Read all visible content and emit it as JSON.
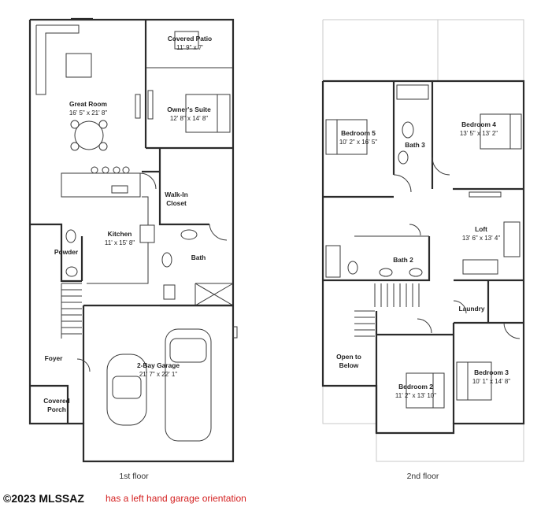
{
  "floor1": {
    "caption": "1st floor",
    "rooms": {
      "great_room": {
        "name": "Great Room",
        "dims": "16' 5\" x 21' 8\""
      },
      "covered_patio": {
        "name": "Covered Patio",
        "dims": "11' 9\" x 7'"
      },
      "owners_suite": {
        "name": "Owner's Suite",
        "dims": "12' 8\" x 14' 8\""
      },
      "walk_in_closet": {
        "name1": "Walk-In",
        "name2": "Closet"
      },
      "kitchen": {
        "name": "Kitchen",
        "dims": "11' x 15' 8\""
      },
      "powder": {
        "name": "Powder"
      },
      "bath": {
        "name": "Bath"
      },
      "foyer": {
        "name": "Foyer"
      },
      "covered_porch": {
        "name1": "Covered",
        "name2": "Porch"
      },
      "garage": {
        "name": "2-Bay Garage",
        "dims": "21' 7\" x 22' 1\""
      }
    }
  },
  "floor2": {
    "caption": "2nd floor",
    "rooms": {
      "bedroom5": {
        "name": "Bedroom 5",
        "dims": "10' 2\" x 16' 5\""
      },
      "bath3": {
        "name": "Bath 3"
      },
      "bedroom4": {
        "name": "Bedroom 4",
        "dims": "13' 5\" x 13' 2\""
      },
      "loft": {
        "name": "Loft",
        "dims": "13' 6\" x 13' 4\""
      },
      "bath2": {
        "name": "Bath 2"
      },
      "laundry": {
        "name": "Laundry"
      },
      "open_to_below": {
        "name1": "Open to",
        "name2": "Below"
      },
      "bedroom2": {
        "name": "Bedroom 2",
        "dims": "11' 2\" x 13' 10\""
      },
      "bedroom3": {
        "name": "Bedroom 3",
        "dims": "10' 1\" x 14' 8\""
      }
    }
  },
  "watermark": "©2023 MLSSAZ",
  "note": "has a left hand garage orientation",
  "colors": {
    "walls": "#2b2b2b",
    "ghost": "#c9c9c9",
    "note": "#d42020"
  }
}
